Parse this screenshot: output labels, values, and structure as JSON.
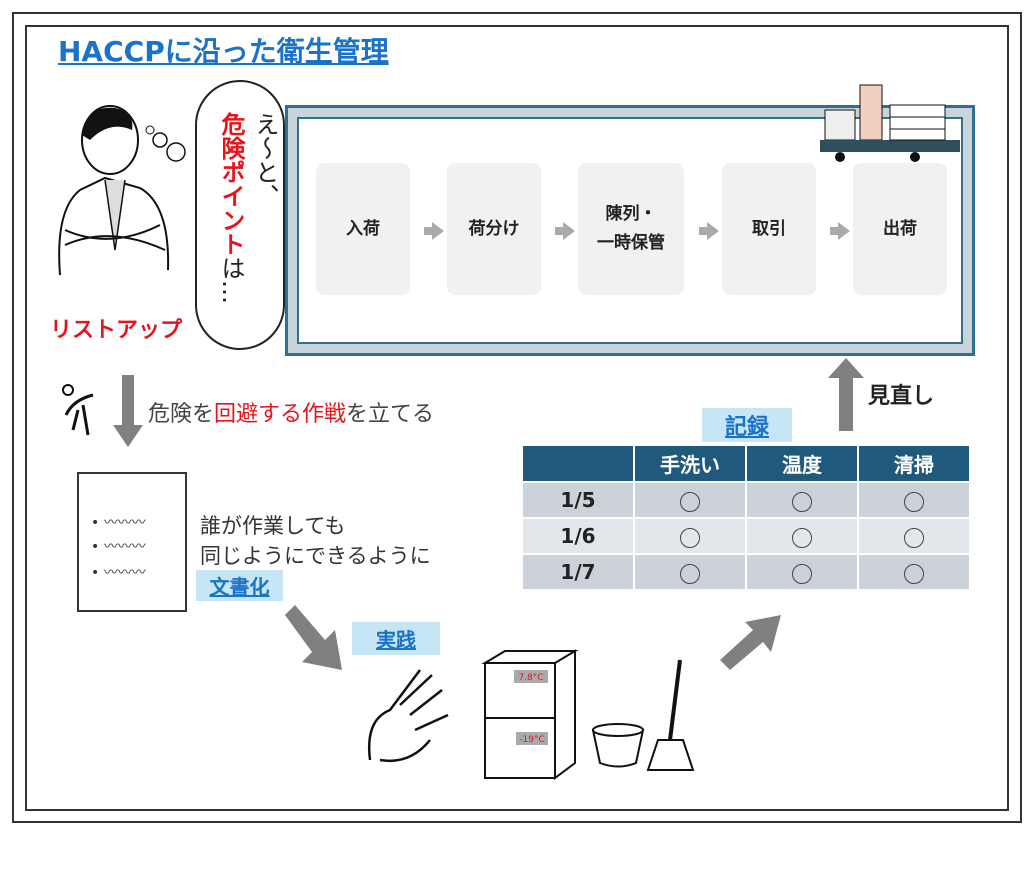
{
  "title": "HACCPに沿った衛生管理",
  "thought": {
    "line1": "え〜と、",
    "line2_red": "危険ポイント",
    "line2_rest": "は…"
  },
  "listup": "リストアップ",
  "steps": [
    {
      "label": "入荷"
    },
    {
      "label": "荷分け"
    },
    {
      "label": "陳列・\n一時保管"
    },
    {
      "label": "取引"
    },
    {
      "label": "出荷"
    }
  ],
  "strategy": {
    "pre": "危険を",
    "red": "回避する作戦",
    "post": "を立てる"
  },
  "document": {
    "line1": "誰が作業しても",
    "line2": "同じようにできるように",
    "label": "文書化"
  },
  "practice": {
    "label": "実践",
    "fridge_top": "7.8°C",
    "fridge_bottom": "-19°C"
  },
  "record": {
    "label": "記録",
    "headers": [
      "",
      "手洗い",
      "温度",
      "清掃"
    ],
    "rows": [
      {
        "date": "1/5",
        "marks": [
          "○",
          "○",
          "○"
        ]
      },
      {
        "date": "1/6",
        "marks": [
          "○",
          "○",
          "○"
        ]
      },
      {
        "date": "1/7",
        "marks": [
          "○",
          "○",
          "○"
        ]
      }
    ]
  },
  "review": "見直し",
  "colors": {
    "title": "#1a73c8",
    "accent_red": "#e8141c",
    "table_header": "#1f5a7c",
    "arrow": "#808080"
  }
}
